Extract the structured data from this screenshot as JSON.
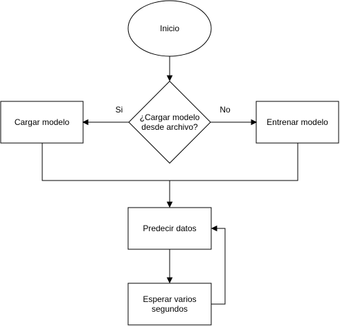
{
  "nodes": {
    "start": {
      "label": "Inicio"
    },
    "decision": {
      "label": "¿Cargar modelo\ndesde archivo?"
    },
    "load_model": {
      "label": "Cargar modelo"
    },
    "train_model": {
      "label": "Entrenar modelo"
    },
    "predict": {
      "label": "Predecir datos"
    },
    "wait": {
      "label": "Esperar varios\nsegundos"
    }
  },
  "edges": {
    "yes_label": "Si",
    "no_label": "No"
  }
}
